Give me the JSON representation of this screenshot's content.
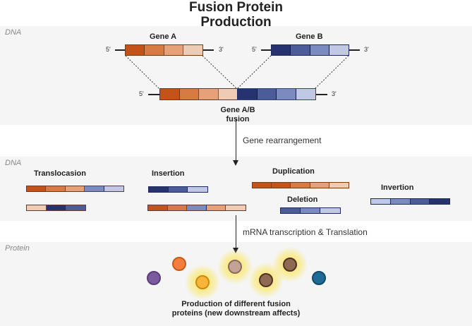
{
  "title": "Fusion Protein\nProduction",
  "title_lines": [
    "Fusion Protein",
    "Production"
  ],
  "sections": [
    {
      "label": "DNA"
    },
    {
      "label": "DNA"
    },
    {
      "label": "Protein"
    }
  ],
  "colors": {
    "orange": [
      "#c4531a",
      "#d77a44",
      "#e7a178",
      "#f0cbb3"
    ],
    "blue": [
      "#27336e",
      "#4b5c99",
      "#7b8abf",
      "#c1c8e6"
    ],
    "background_band": "#f5f5f5"
  },
  "top": {
    "gene_a": {
      "label": "Gene A",
      "five_prime": "5'",
      "three_prime": "3'"
    },
    "gene_b": {
      "label": "Gene B",
      "five_prime": "5'",
      "three_prime": "3'"
    },
    "fusion": {
      "label_line1": "Gene A/B",
      "label_line2": "fusion",
      "five_prime": "5'",
      "three_prime": "3'"
    }
  },
  "steps": {
    "step1": "Gene rearrangement",
    "step2": "mRNA transcription & Translation"
  },
  "rearrangements": {
    "translocation": {
      "label": "Translocasion",
      "row1": [
        "o0",
        "o1",
        "o2",
        "b2",
        "b3"
      ],
      "row2": [
        "o3",
        "b0",
        "b1"
      ]
    },
    "insertion": {
      "label": "Insertion",
      "row1": [
        "b0",
        "b1",
        "b3"
      ],
      "row2": [
        "o0",
        "o1",
        "b2",
        "o2",
        "o3"
      ]
    },
    "duplication": {
      "label": "Duplication",
      "row1": [
        "o0",
        "o0",
        "o1",
        "o2",
        "o3"
      ]
    },
    "deletion": {
      "label": "Deletion",
      "row1": [
        "b1",
        "b2",
        "b3"
      ]
    },
    "invertion": {
      "label": "Invertion",
      "row1": [
        "b3",
        "b2",
        "b1",
        "b0"
      ]
    }
  },
  "proteins": [
    {
      "name": "purple",
      "fill": "#7b5a9e",
      "stroke": "#5b3d7a",
      "glow": false
    },
    {
      "name": "orange",
      "fill": "#f47c3c",
      "stroke": "#c45a20",
      "glow": false
    },
    {
      "name": "gold",
      "fill": "#f9b53a",
      "stroke": "#c98a10",
      "glow": true
    },
    {
      "name": "tan",
      "fill": "#c4a396",
      "stroke": "#8a6a5e",
      "glow": true
    },
    {
      "name": "brown-low",
      "fill": "#8e6a54",
      "stroke": "#4e3222",
      "glow": true
    },
    {
      "name": "brown-high",
      "fill": "#8e6a54",
      "stroke": "#4e3222",
      "glow": true
    },
    {
      "name": "teal-blue",
      "fill": "#1d6b96",
      "stroke": "#0f4a6c",
      "glow": false
    }
  ],
  "caption": {
    "line1": "Production of different fusion",
    "line2": "proteins (new downstream affects)"
  }
}
